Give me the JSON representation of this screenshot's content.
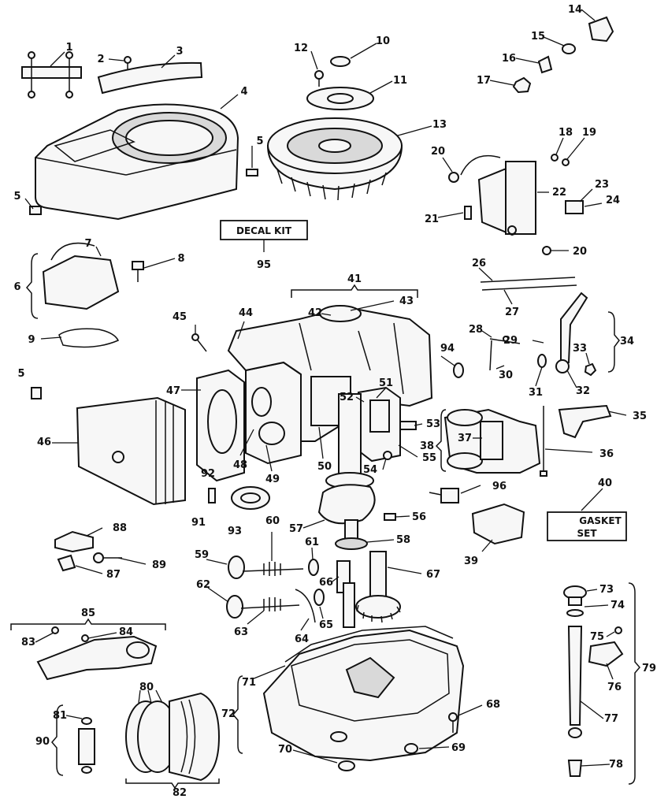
{
  "labels": {
    "decal_kit": "DECAL KIT",
    "gasket_line1": "GASKET",
    "gasket_line2": "SET"
  },
  "part_numbers": [
    "1",
    "2",
    "3",
    "4",
    "5",
    "5",
    "5",
    "6",
    "7",
    "8",
    "9",
    "10",
    "11",
    "12",
    "13",
    "14",
    "15",
    "16",
    "17",
    "18",
    "19",
    "20",
    "20",
    "21",
    "22",
    "23",
    "24",
    "26",
    "27",
    "28",
    "29",
    "30",
    "31",
    "32",
    "33",
    "34",
    "35",
    "36",
    "37",
    "38",
    "39",
    "40",
    "41",
    "42",
    "43",
    "44",
    "45",
    "46",
    "47",
    "48",
    "49",
    "50",
    "51",
    "52",
    "53",
    "54",
    "55",
    "56",
    "57",
    "58",
    "59",
    "60",
    "61",
    "62",
    "63",
    "64",
    "65",
    "66",
    "67",
    "68",
    "69",
    "70",
    "71",
    "72",
    "73",
    "74",
    "75",
    "76",
    "77",
    "78",
    "79",
    "80",
    "81",
    "82",
    "83",
    "84",
    "85",
    "87",
    "88",
    "89",
    "90",
    "91",
    "92",
    "93",
    "94",
    "95",
    "96"
  ],
  "colors": {
    "ink": "#111111",
    "paper": "#ffffff"
  }
}
